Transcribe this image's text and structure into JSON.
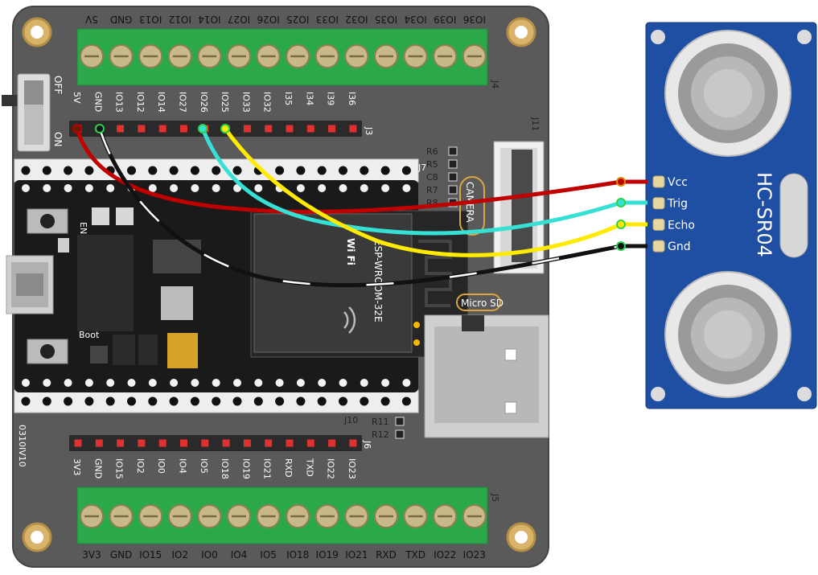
{
  "board": {
    "top_terminal_labels": [
      "5V",
      "GND",
      "IO13",
      "IO12",
      "IO14",
      "IO27",
      "IO26",
      "IO25",
      "IO33",
      "IO32",
      "IO35",
      "IO34",
      "IO39",
      "IO36"
    ],
    "top_header_labels": [
      "5V",
      "GND",
      "IO13",
      "IO12",
      "IO14",
      "IO27",
      "IO26",
      "IO25",
      "IO33",
      "IO32",
      "I35",
      "I34",
      "I39",
      "I36"
    ],
    "bottom_header_labels": [
      "3V3",
      "GND",
      "IO15",
      "IO2",
      "IO0",
      "IO4",
      "IO5",
      "IO18",
      "IO19",
      "IO21",
      "RXD",
      "TXD",
      "IO22",
      "IO23"
    ],
    "bottom_terminal_labels": [
      "3V3",
      "GND",
      "IO15",
      "IO2",
      "IO0",
      "IO4",
      "IO5",
      "IO18",
      "IO19",
      "IO21",
      "RXD",
      "TXD",
      "IO22",
      "IO23"
    ],
    "connector_ids": {
      "j4": "J4",
      "j3": "J3",
      "j7": "J7",
      "j11": "J11",
      "j10": "J10",
      "j6": "J6",
      "j5": "J5"
    },
    "switch_labels": {
      "off": "OFF",
      "on": "ON"
    },
    "resistor_labels": [
      "R6",
      "R5",
      "C8",
      "R7",
      "R8"
    ],
    "bottom_resistor_labels": [
      "R11",
      "R12"
    ],
    "camera_label": "CAMERA",
    "sd_label": "Micro SD",
    "version_label": "0310IV10",
    "esp_button_labels": {
      "en": "EN",
      "boot": "Boot"
    },
    "module_label": "ESP-WROOM-32E",
    "wifi_label": "Wi Fi"
  },
  "sensor": {
    "name": "HC-SR04",
    "pins": [
      "Vcc",
      "Trig",
      "Echo",
      "Gnd"
    ]
  },
  "wire_colors": {
    "vcc": "#c00000",
    "trig": "#36e0d4",
    "echo": "#ffea00",
    "gnd": "#111111"
  },
  "colors": {
    "board": "#5a5a5a",
    "terminal": "#2aa84a",
    "sensor": "#1f4fa3",
    "header_pin": "#e03131"
  }
}
